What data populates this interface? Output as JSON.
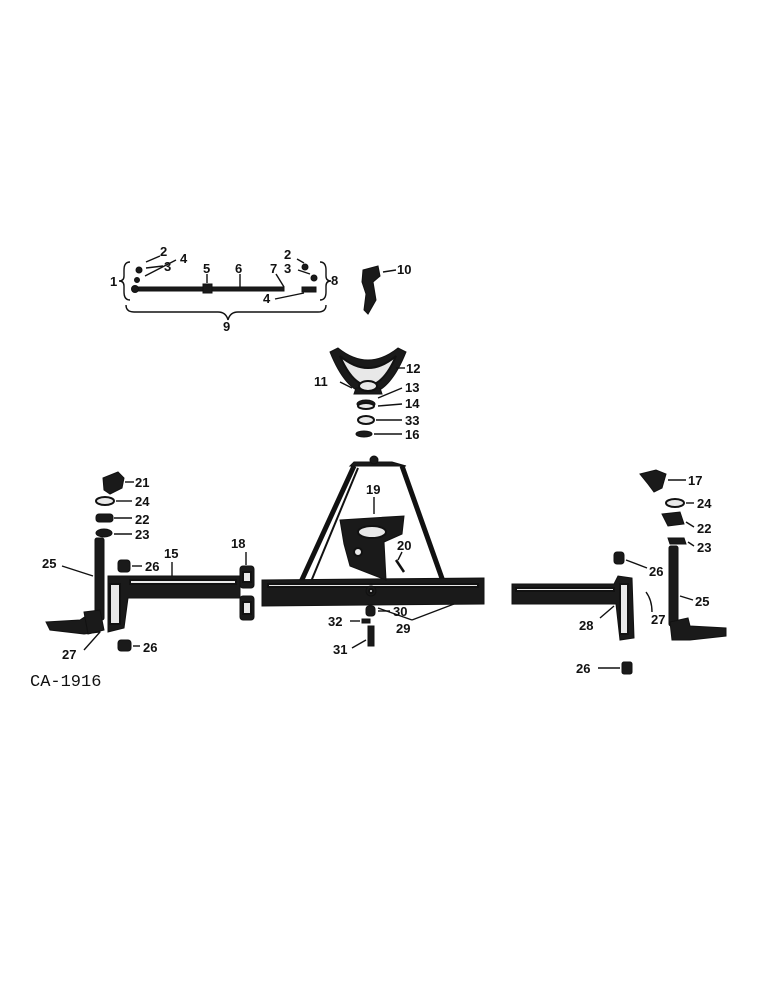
{
  "diagram": {
    "drawing_code": "CA-1916",
    "callouts": {
      "c1": "1",
      "c2a": "2",
      "c2b": "2",
      "c3a": "3",
      "c3b": "3",
      "c4a": "4",
      "c4b": "4",
      "c5": "5",
      "c6": "6",
      "c7": "7",
      "c8": "8",
      "c9": "9",
      "c10": "10",
      "c11": "11",
      "c12": "12",
      "c13": "13",
      "c14": "14",
      "c33": "33",
      "c16": "16",
      "c21": "21",
      "c24a": "24",
      "c22a": "22",
      "c23a": "23",
      "c25a": "25",
      "c26a": "26",
      "c15": "15",
      "c27a": "27",
      "c26b": "26",
      "c18": "18",
      "c19": "19",
      "c20": "20",
      "c32": "32",
      "c30": "30",
      "c29": "29",
      "c31": "31",
      "c17": "17",
      "c24b": "24",
      "c22b": "22",
      "c23b": "23",
      "c26c": "26",
      "c25b": "25",
      "c28": "28",
      "c27b": "27",
      "c26d": "26"
    }
  }
}
